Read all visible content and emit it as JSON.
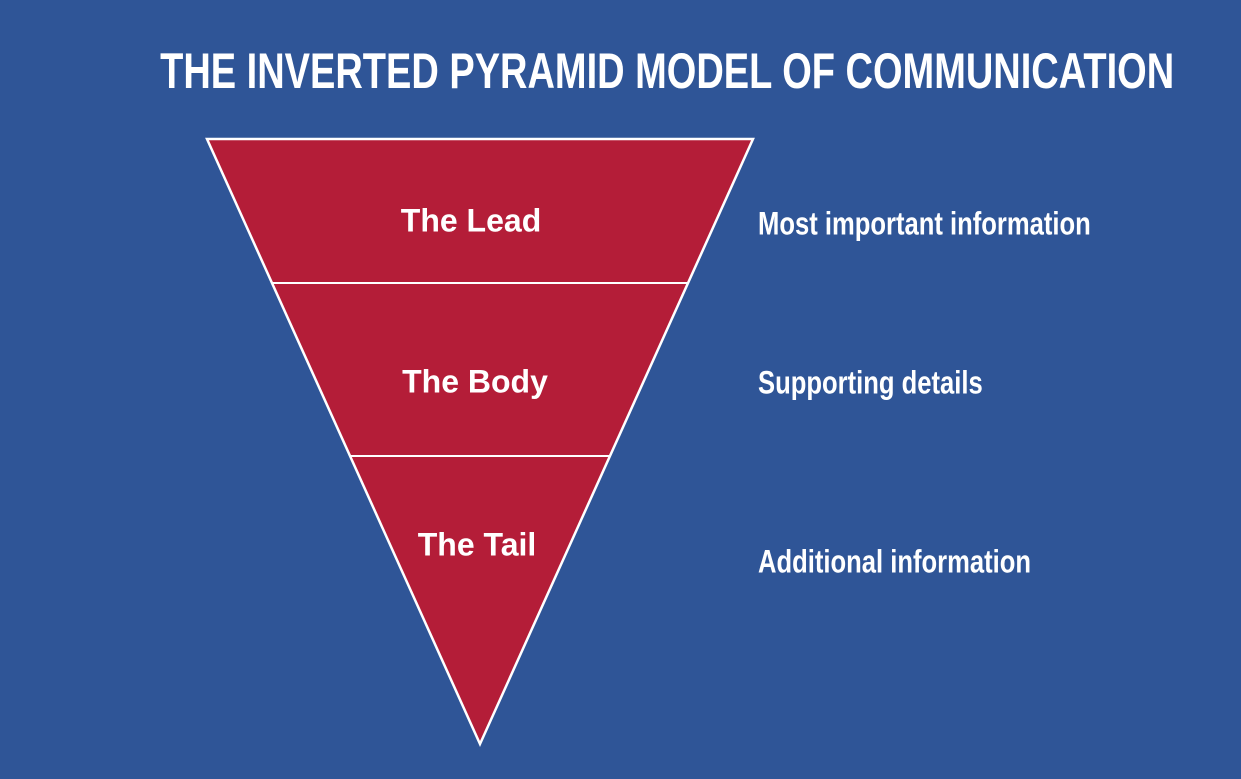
{
  "title": "THE INVERTED PYRAMID MODEL OF COMMUNICATION",
  "pyramid": {
    "tiers": [
      {
        "id": "lead",
        "label": "The Lead",
        "description": "Most important information"
      },
      {
        "id": "body",
        "label": "The Body",
        "description": "Supporting details"
      },
      {
        "id": "tail",
        "label": "The Tail",
        "description": "Additional information"
      }
    ]
  },
  "colors": {
    "background": "#2F5597",
    "pyramid_fill": "#B41D38",
    "outline": "#FFFFFF",
    "text": "#FFFFFF"
  }
}
